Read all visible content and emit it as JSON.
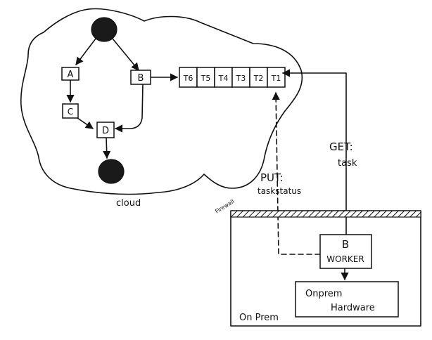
{
  "nodes": {
    "a": "A",
    "b": "B",
    "c": "C",
    "d": "D"
  },
  "queue": [
    "T6",
    "T5",
    "T4",
    "T3",
    "T2",
    "T1"
  ],
  "labels": {
    "cloud": "cloud",
    "get_title": "GET:",
    "get_sub": "task",
    "put_title": "PUT:",
    "put_sub": "taskstatus",
    "firewall": "Firewall",
    "onprem": "On Prem"
  },
  "worker": {
    "line1": "B",
    "line2": "WORKER"
  },
  "hardware": {
    "line1": "Onprem",
    "line2": "Hardware"
  },
  "colors": {
    "ink": "#111111",
    "paper": "#ffffff"
  }
}
